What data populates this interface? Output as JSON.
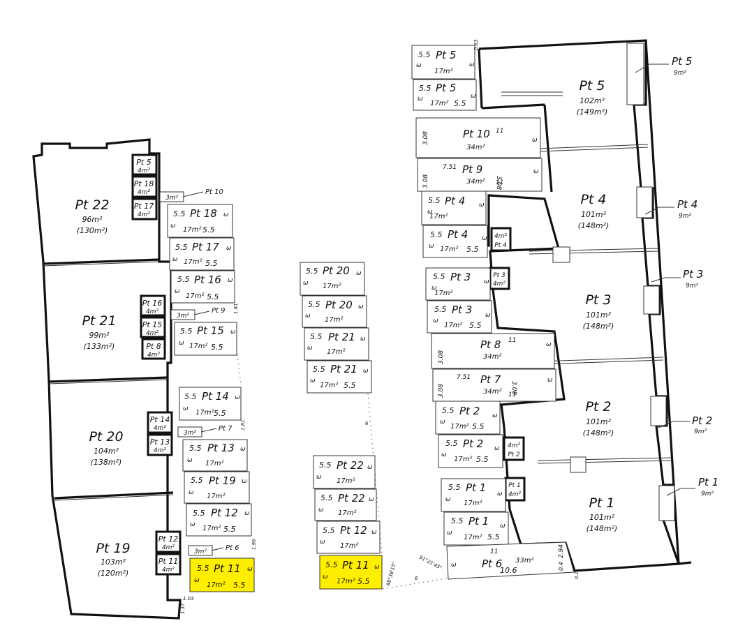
{
  "labels": {
    "lot": "Pt 22",
    "ar": "96m²",
    "ar2": "(130m²)",
    "lot21": "Pt 21",
    "ar21": "99m²",
    "ar21b": "(133m²)",
    "lot20": "Pt 20",
    "ar20": "104m²",
    "ar20b": "(138m²)",
    "lot19": "Pt 19",
    "ar19": "103m²",
    "ar19b": "(120m²)",
    "pt5": "Pt 5",
    "pt18": "Pt 18",
    "pt17": "Pt 17",
    "pt16": "Pt 16",
    "pt15": "Pt 15",
    "pt8": "Pt 8",
    "pt14": "Pt 14",
    "pt13": "Pt 13",
    "pt12": "Pt 12",
    "pt11": "Pt 11",
    "pt10": "Pt 10",
    "pt9": "Pt 9",
    "pt7": "Pt 7",
    "pt6": "Pt 6",
    "pt19": "Pt 19",
    "pt20": "Pt 20",
    "pt21": "Pt 21",
    "pt22": "Pt 22",
    "pt4": "Pt 4",
    "pt3": "Pt 3",
    "pt2": "Pt 2",
    "pt1": "Pt 1",
    "a4": "4m²",
    "a3": "3m²",
    "a17": "17m²",
    "a34": "34m²",
    "a9": "9m²",
    "a33": "33m²",
    "a102": "102m²",
    "a149": "(149m²)",
    "a101": "101m²",
    "a148": "(148m²)",
    "d55": "5.5",
    "d11": "11",
    "d308": "3.08",
    "d751": "7.51",
    "d106": "10.6",
    "d6": "6",
    "d294": "2.94",
    "d04": "0.4",
    "d01": "0.1",
    "d063": "0.63",
    "d181": "1.81",
    "d196": "1.96",
    "d103": "1.03",
    "d137": "1.37",
    "ang1": "88°38'15\"",
    "ang2": "91°21'45\"",
    "w": "ω"
  },
  "highlight_color": "#ffee00"
}
